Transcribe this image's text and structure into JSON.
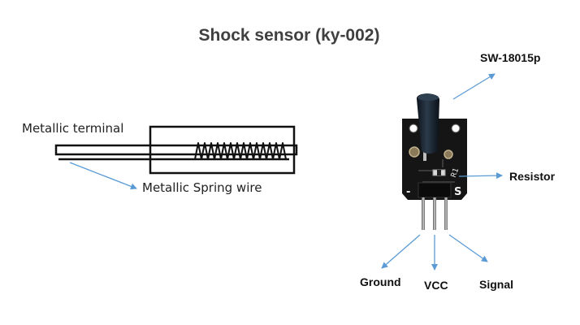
{
  "title": "Shock sensor (ky-002)",
  "labels": {
    "metallic_terminal": "Metallic terminal",
    "metallic_spring_wire": "Metallic Spring wire",
    "sw_part": "SW-18015p",
    "resistor": "Resistor",
    "ground": "Ground",
    "vcc": "VCC",
    "signal": "Signal"
  },
  "pcb_markings": {
    "minus": "-",
    "s": "S",
    "r1": "R1"
  },
  "colors": {
    "arrow": "#5b9bd5",
    "title": "#404040",
    "pcb": "#151515",
    "sensor_tube": "#1c2733"
  }
}
